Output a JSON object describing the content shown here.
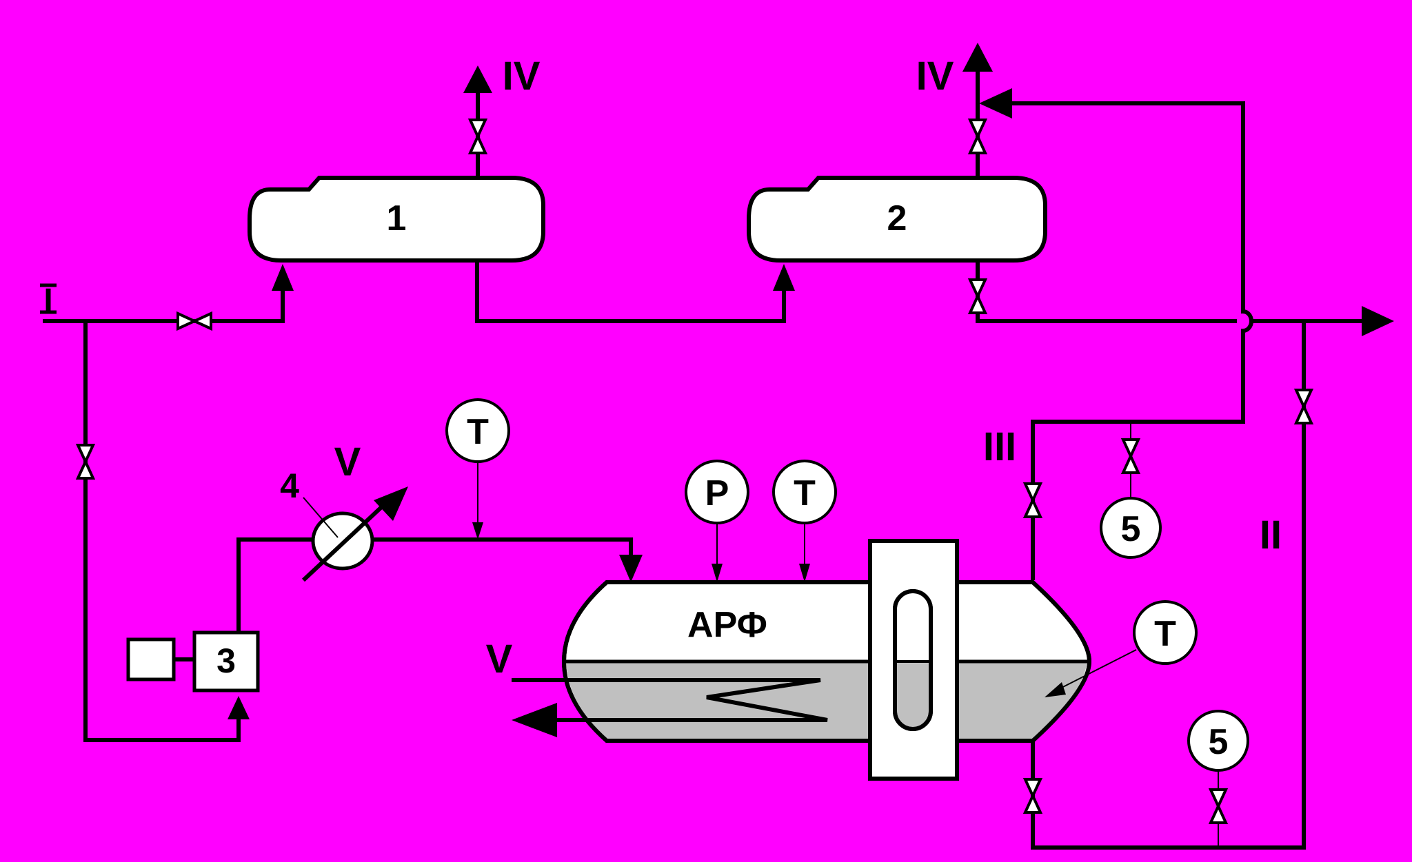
{
  "diagram": {
    "background": "#ff00ff",
    "liquid_color": "#c0c0c0",
    "streams": {
      "in_I": "I",
      "in_II": "II",
      "out_III": "III",
      "out_IV_left": "IV",
      "out_IV_right": "IV",
      "coolant_V_top": "V",
      "coolant_V_left": "V"
    },
    "equipment": {
      "vessel_1": "1",
      "vessel_2": "2",
      "unit_3": "3",
      "item_4": "4",
      "reactor": "АРФ"
    },
    "instruments": {
      "t_line": "T",
      "p_reactor": "P",
      "t_reactor": "T",
      "t_liquid": "T",
      "five_upper": "5",
      "five_lower": "5"
    }
  }
}
